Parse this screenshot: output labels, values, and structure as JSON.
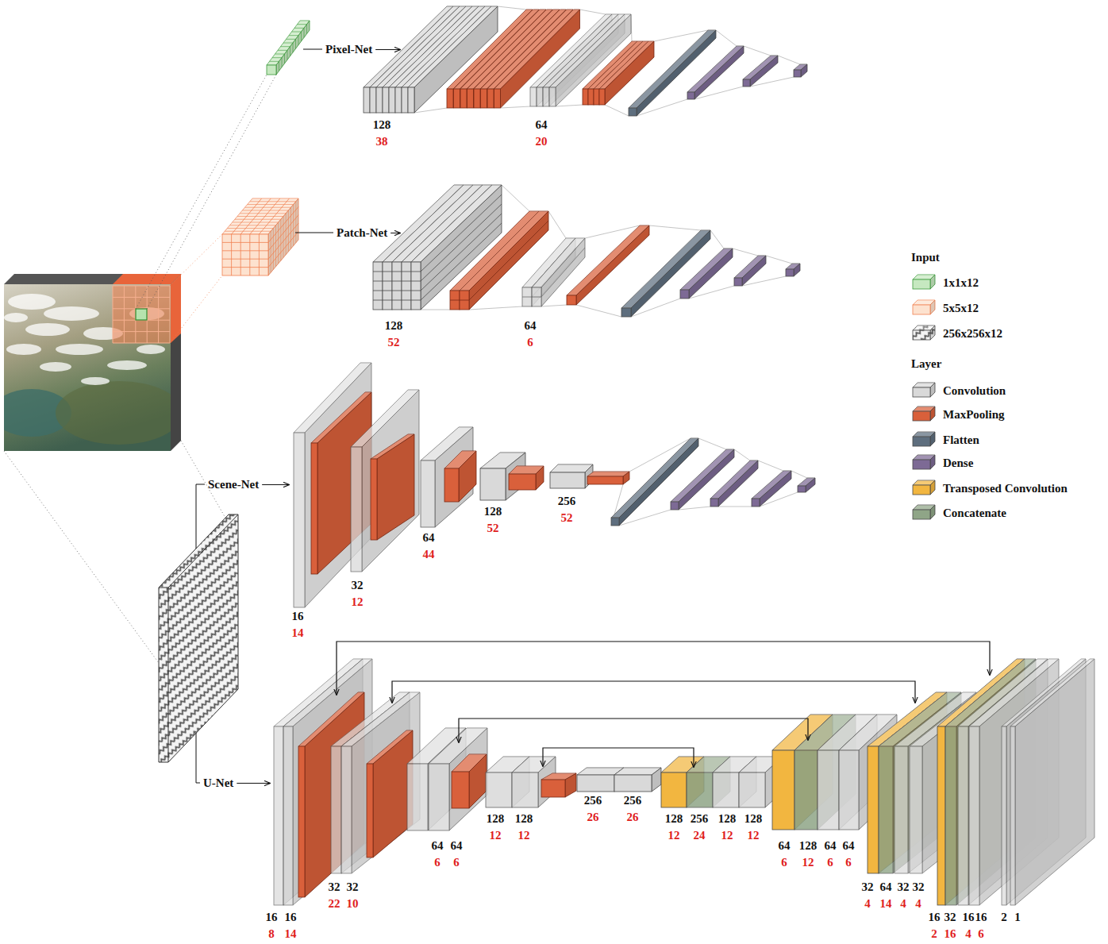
{
  "diagram": {
    "labels": [
      "Pixel-Net",
      "128",
      "38",
      "64",
      "20",
      "Patch-Net",
      "128",
      "52",
      "64",
      "6",
      "Scene-Net",
      "16",
      "14",
      "32",
      "12",
      "64",
      "44",
      "128",
      "52",
      "256",
      "52",
      "U-Net",
      "16",
      "8",
      "16",
      "14",
      "32",
      "22",
      "32",
      "10",
      "64",
      "6",
      "64",
      "6",
      "128",
      "12",
      "128",
      "12",
      "256",
      "26",
      "256",
      "26",
      "128",
      "12",
      "256",
      "24",
      "128",
      "12",
      "128",
      "12",
      "64",
      "6",
      "128",
      "12",
      "64",
      "6",
      "64",
      "6",
      "32",
      "4",
      "64",
      "14",
      "32",
      "4",
      "32",
      "4",
      "16",
      "2",
      "32",
      "16",
      "16",
      "4",
      "16",
      "6",
      "2",
      "1",
      "Input",
      "Layer"
    ],
    "legend": [
      {
        "text": "1x1x12",
        "color": "#c6e8c0"
      },
      {
        "text": "5x5x12",
        "color": "#fde2cf"
      },
      {
        "text": "256x256x12"
      },
      {
        "text": "Convolution",
        "color": "#d9d9d9"
      },
      {
        "text": "MaxPooling",
        "color": "#d9603b"
      },
      {
        "text": "Flatten",
        "color": "#5e6e7e"
      },
      {
        "text": "Dense",
        "color": "#7d6a95"
      },
      {
        "text": "Transposed Convolution",
        "color": "#f2b640"
      },
      {
        "text": "Concatenate",
        "color": "#8fa587"
      }
    ]
  }
}
